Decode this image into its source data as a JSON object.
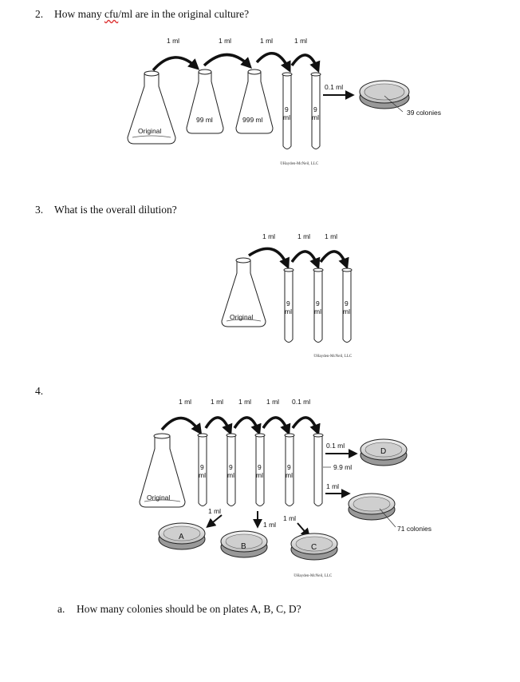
{
  "questions": {
    "q2": {
      "number": "2.",
      "text_pre": "How many ",
      "text_marked": "cfu",
      "text_post": "/ml are in the original culture?"
    },
    "q3": {
      "number": "3.",
      "text": "What is the overall dilution?"
    },
    "q4": {
      "number": "4."
    },
    "qa": {
      "number": "a.",
      "text": "How many colonies should be on plates A, B, C, D?"
    }
  },
  "figure1": {
    "transfers": [
      "1 ml",
      "1 ml",
      "1 ml",
      "1 ml"
    ],
    "vessels": [
      "Original",
      "99 ml",
      "999 ml",
      "9",
      "ml",
      "9",
      "ml"
    ],
    "plate_volume": "0.1 ml",
    "colonies": "39 colonies",
    "copyright": "©Hayden-McNeil, LLC"
  },
  "figure2": {
    "transfers": [
      "1 ml",
      "1 ml",
      "1 ml"
    ],
    "flask": "Original",
    "tubes": [
      "9",
      "ml",
      "9",
      "ml",
      "9",
      "ml"
    ],
    "copyright": "©Hayden-McNeil, LLC"
  },
  "figure3": {
    "transfers": [
      "1 ml",
      "1 ml",
      "1 ml",
      "1 ml",
      "0.1 ml"
    ],
    "flask": "Original",
    "tubes": [
      "9",
      "ml",
      "9",
      "ml",
      "9",
      "ml",
      "9",
      "ml"
    ],
    "plate_d_volume": "0.1 ml",
    "dilution_volume": "9.9 ml",
    "second_plate_volume": "1 ml",
    "plate_volumes": [
      "1 ml",
      "1 ml",
      "1 ml"
    ],
    "plates": [
      "A",
      "B",
      "C",
      "D"
    ],
    "colonies": "71 colonies",
    "copyright": "©Hayden-McNeil, LLC"
  }
}
